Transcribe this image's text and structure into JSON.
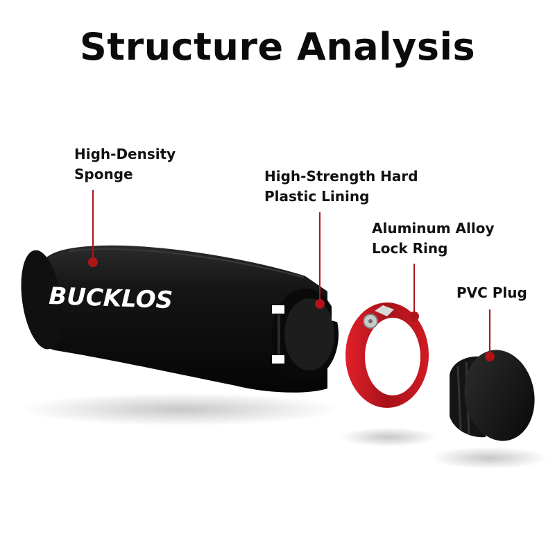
{
  "title": "Structure Analysis",
  "brand": "BUCKLOS",
  "accent_color": "#b01419",
  "callouts": [
    {
      "id": "sponge",
      "lines": [
        "High-Density",
        "Sponge"
      ]
    },
    {
      "id": "lining",
      "lines": [
        "High-Strength Hard",
        "Plastic Lining"
      ]
    },
    {
      "id": "ring",
      "lines": [
        "Aluminum Alloy",
        "Lock Ring"
      ]
    },
    {
      "id": "plug",
      "lines": [
        "PVC Plug"
      ]
    }
  ]
}
